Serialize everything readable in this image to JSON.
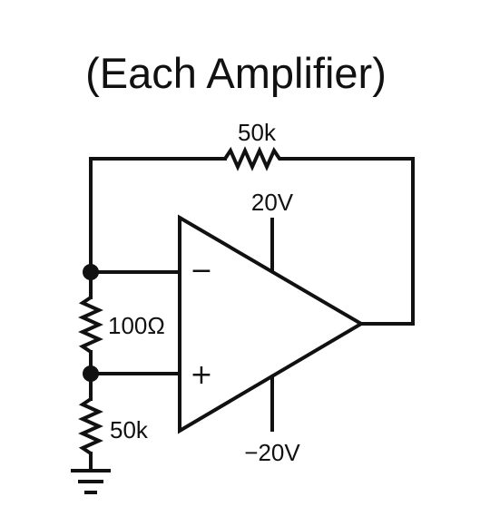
{
  "title": "(Each Amplifier)",
  "labels": {
    "feedback_resistor": "50k",
    "supply_positive": "20V",
    "supply_negative": "−20V",
    "sense_resistor": "100Ω",
    "ground_resistor": "50k",
    "inverting_input": "−",
    "noninverting_input": "+"
  },
  "icons": {
    "opamp": "opamp-triangle-icon",
    "ground": "ground-icon",
    "resistor": "resistor-zigzag-icon"
  }
}
